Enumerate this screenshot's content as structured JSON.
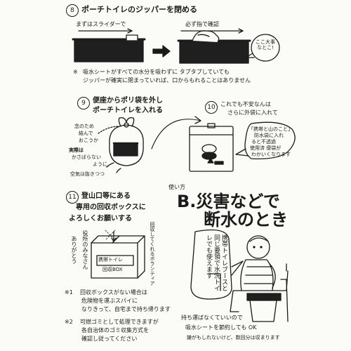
{
  "step8": {
    "number": "8",
    "title": "ポーチトイレのジッパーを閉める",
    "left_caption": "まずはスライダーで",
    "right_caption": "必ず指で確認",
    "bubble": "ここ大事なとこ!",
    "note_mark": "※",
    "note_line1": "吸水シートがすべての水分を吸わずに タプタプしていても",
    "note_line2": "ジッパーが確実に閉まっていれば、口からもれることはありません"
  },
  "step9": {
    "number": "9",
    "title_line1": "便座からポリ袋を外し",
    "title_line2": "ポーチトイレを入れる",
    "knot_label_line1": "念のため",
    "knot_label_line2": "結んで",
    "knot_label_line3": "おこうか",
    "air_label_line1": "実際は",
    "air_label_line2": "かさばらない",
    "air_label_line3": "ように",
    "air_label_line4": "空気は抜きつつ"
  },
  "step10": {
    "number": "10",
    "title_line1": "これでも不安なんは",
    "title_line2": "さらに外袋に入れて",
    "bubble_line1": "「携帯と山のこと」",
    "bubble_line2": "防水袋に入れ",
    "bubble_line3": "ると不透過",
    "bubble_line4": "使用済 便袋が",
    "bubble_line5": "わかいくなります"
  },
  "step11": {
    "number": "11",
    "title_line1": "登山口等にある",
    "title_line2": "専用の回収ボックスに",
    "title_line3": "よろしくお願いする",
    "box_label_line1": "携帯トイレ",
    "box_label_line2": "回収BOX",
    "vertical_staff": "役所のみなさん",
    "vertical_thanks": "ありがとう",
    "vertical_volunteer": "回収してくれるボランティア"
  },
  "section_b": {
    "subtitle": "使い方",
    "title_line1": "B.災害などで",
    "title_line2": "断水のとき",
    "speech_vertical": "携帯トイレブースと同じ要領で水洗トイレでも使えます",
    "caption_line1": "持ち運ばなくていいので",
    "caption_line2": "吸水シートを節約しても OK",
    "caption_line3": "嫌がもしれないけど、数回分は収まります"
  },
  "footnotes": {
    "note1_mark": "※1",
    "note1_line1": "回収ボックスがない場合は",
    "note1_line2": "危険物を運ぶスパイに",
    "note1_line3": "なりきって、自宅まで持ち帰ります",
    "note2_mark": "※2",
    "note2_line1": "可燃ゴミとして処理できますが",
    "note2_line2": "各自治体のゴミ収集方式を",
    "note2_line3": "確認し従ってください"
  }
}
